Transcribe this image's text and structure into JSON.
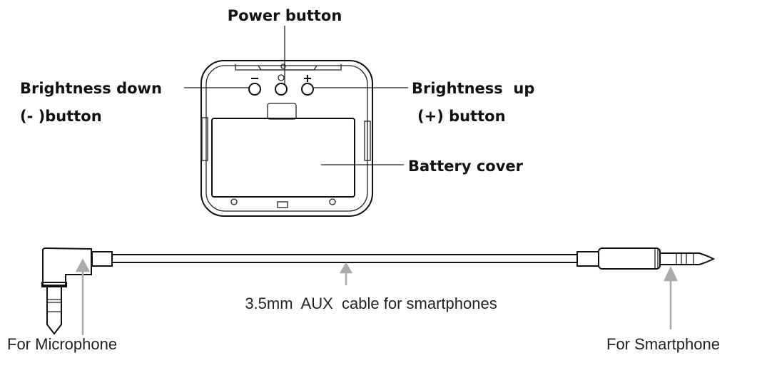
{
  "device": {
    "labels": {
      "power": "Power button",
      "brightness_down_1": "Brightness down",
      "brightness_down_2": "(- )button",
      "brightness_up_1": "Brightness  up",
      "brightness_up_2": "(+) button",
      "battery_cover": "Battery cover"
    }
  },
  "cable": {
    "caption": "3.5mm  AUX  cable for smartphones",
    "left_label": "For Microphone",
    "right_label": "For Smartphone"
  },
  "colors": {
    "line": "#111111",
    "arrow": "#aaaaaa"
  }
}
